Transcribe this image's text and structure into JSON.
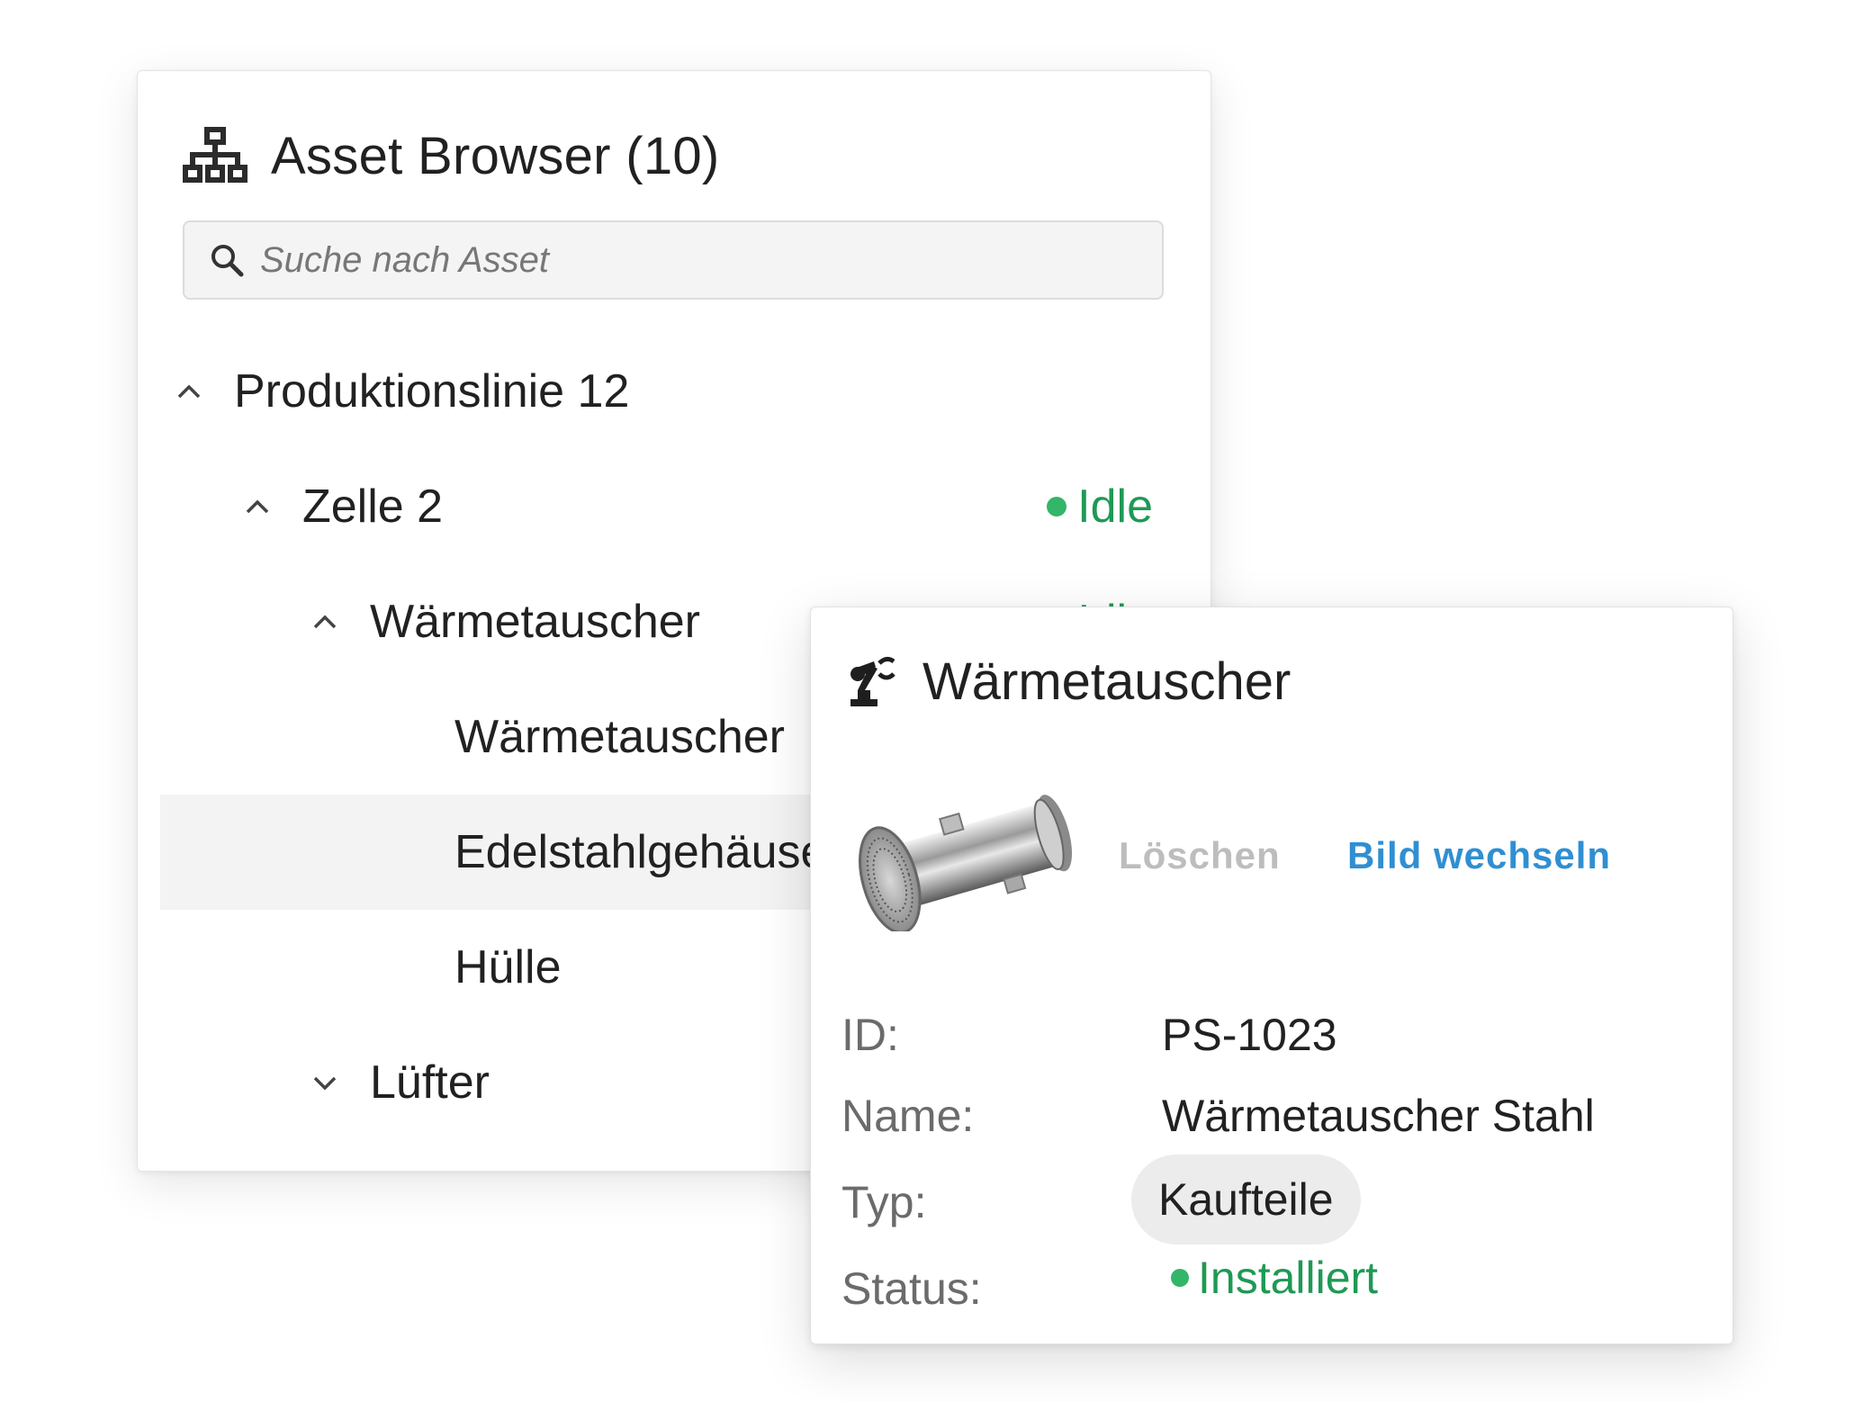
{
  "asset_browser": {
    "title": "Asset Browser (10)",
    "search_placeholder": "Suche nach Asset",
    "tree": [
      {
        "label": "Produktionslinie 12",
        "expanded": true,
        "status": ""
      },
      {
        "label": "Zelle 2",
        "expanded": true,
        "status": "Idle"
      },
      {
        "label": "Wärmetauscher",
        "expanded": true,
        "status": "Idle"
      },
      {
        "label": "Wärmetauscher",
        "status": ""
      },
      {
        "label": "Edelstahlgehäuse",
        "status": "",
        "selected": true
      },
      {
        "label": "Hülle",
        "status": ""
      },
      {
        "label": "Lüfter",
        "expanded": false,
        "status": ""
      }
    ]
  },
  "detail_card": {
    "title": "Wärmetauscher",
    "delete_label": "Löschen",
    "change_image_label": "Bild wechseln",
    "props": {
      "id_label": "ID:",
      "id_value": "PS-1023",
      "name_label": "Name:",
      "name_value": "Wärmetauscher Stahl",
      "type_label": "Typ:",
      "type_value": "Kaufteile",
      "status_label": "Status:",
      "status_value": "Installiert"
    }
  },
  "colors": {
    "status_green": "#1f9955",
    "status_dot": "#33b56a",
    "link_blue": "#2f8fd2",
    "disabled_gray": "#bdbdbd"
  },
  "icons": {
    "title_icon": "hierarchy-icon",
    "search_icon": "search-icon",
    "card_icon": "robot-arm-icon",
    "expanded": "chevron-up-icon",
    "collapsed": "chevron-down-icon"
  }
}
